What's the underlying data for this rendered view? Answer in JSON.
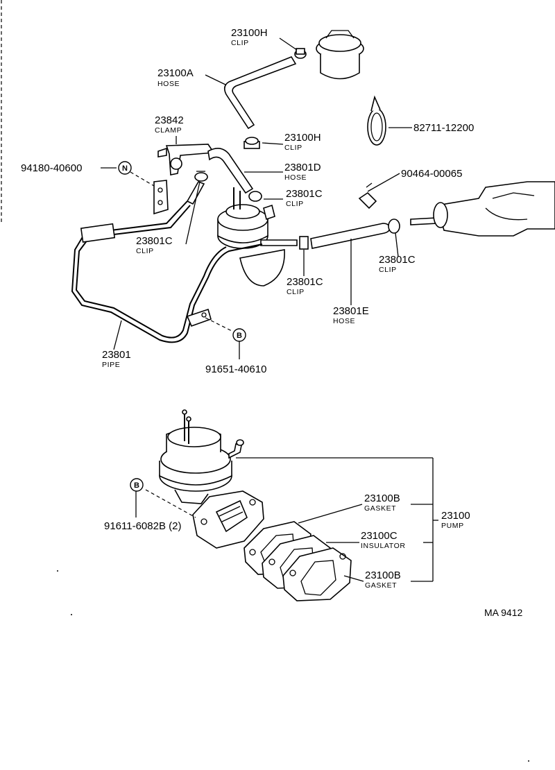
{
  "labels": {
    "l_23100H_top": {
      "num": "23100H",
      "sub": "CLIP"
    },
    "l_23100A": {
      "num": "23100A",
      "sub": "HOSE"
    },
    "l_82711": {
      "num": "82711-12200"
    },
    "l_23842": {
      "num": "23842",
      "sub": "CLAMP"
    },
    "l_23100H_mid": {
      "num": "23100H",
      "sub": "CLIP"
    },
    "l_94180": {
      "num": "94180-40600"
    },
    "l_23801D": {
      "num": "23801D",
      "sub": "HOSE"
    },
    "l_90464": {
      "num": "90464-00065"
    },
    "l_23801C_a": {
      "num": "23801C",
      "sub": "CLIP"
    },
    "l_23801C_b": {
      "num": "23801C",
      "sub": "CLIP"
    },
    "l_23801C_c": {
      "num": "23801C",
      "sub": "CLIP"
    },
    "l_23801C_d": {
      "num": "23801C",
      "sub": "CLIP"
    },
    "l_23801E": {
      "num": "23801E",
      "sub": "HOSE"
    },
    "l_23801": {
      "num": "23801",
      "sub": "PIPE"
    },
    "l_91651": {
      "num": "91651-40610"
    },
    "l_23100B_a": {
      "num": "23100B",
      "sub": "GASKET"
    },
    "l_23100C": {
      "num": "23100C",
      "sub": "INSULATOR"
    },
    "l_23100B_b": {
      "num": "23100B",
      "sub": "GASKET"
    },
    "l_23100": {
      "num": "23100",
      "sub": "PUMP"
    },
    "l_91611": {
      "num": "91611-6082B (2)"
    }
  },
  "markers": {
    "n": "N",
    "b1": "B",
    "b2": "B"
  },
  "ref_code": "MA  9412"
}
